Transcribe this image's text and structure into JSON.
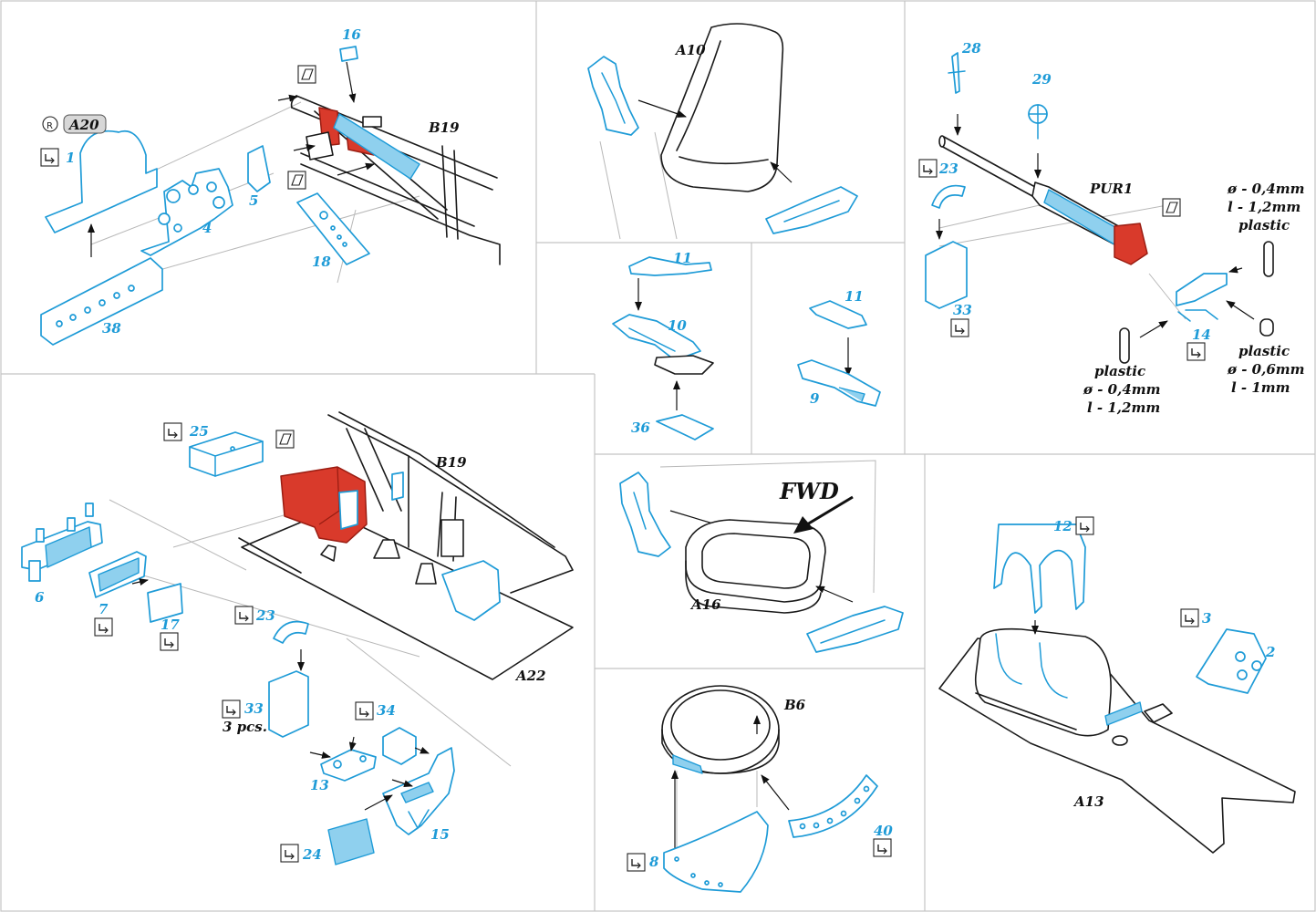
{
  "labels": {
    "a20": "A20",
    "b19_top": "B19",
    "b19_mid": "B19",
    "a10": "A10",
    "pur1": "PUR1",
    "a16": "A16",
    "a22": "A22",
    "b6": "B6",
    "a13": "A13",
    "fwd": "FWD",
    "pcs3": "3 pcs."
  },
  "parts": {
    "p1": "1",
    "p2": "2",
    "p3": "3",
    "p4": "4",
    "p5": "5",
    "p6": "6",
    "p7": "7",
    "p8": "8",
    "p9": "9",
    "p10": "10",
    "p11a": "11",
    "p11b": "11",
    "p12": "12",
    "p13": "13",
    "p14": "14",
    "p15": "15",
    "p16": "16",
    "p17": "17",
    "p18": "18",
    "p23a": "23",
    "p23b": "23",
    "p24": "24",
    "p25": "25",
    "p28": "28",
    "p29": "29",
    "p33a": "33",
    "p33b": "33",
    "p34": "34",
    "p36": "36",
    "p38": "38",
    "p40": "40"
  },
  "specs": {
    "upper_right": [
      "ø - 0,4mm",
      "l - 1,2mm",
      "plastic"
    ],
    "lower_left": [
      "plastic",
      "ø - 0,4mm",
      "l - 1,2mm"
    ],
    "lower_right": [
      "plastic",
      "ø - 0,6mm",
      "l - 1mm"
    ]
  },
  "colors": {
    "photo_etch": "#1e9bd7",
    "photo_etch_fill": "#8fd0ee",
    "highlight_red": "#d93a2b",
    "outline": "#1a1a1a"
  },
  "icons": [
    "bend-symbol-icon",
    "paint-symbol-icon",
    "remove-symbol-icon",
    "r-circle-icon"
  ]
}
